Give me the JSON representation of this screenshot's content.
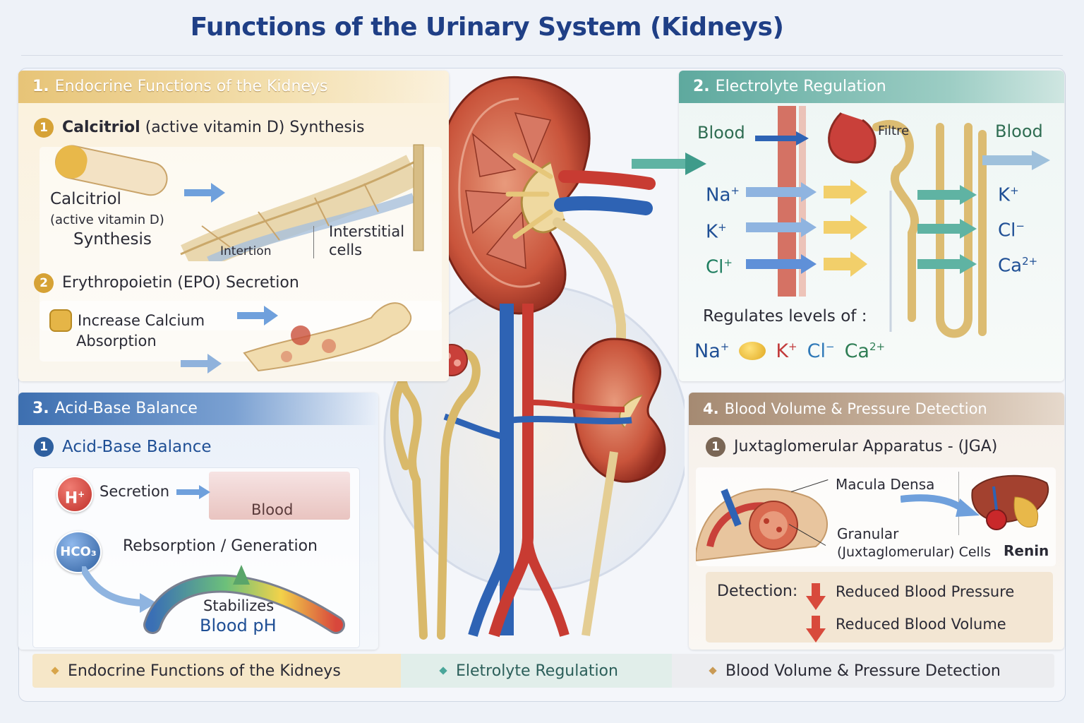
{
  "title": "Functions of the Urinary System (Kidneys)",
  "colors": {
    "endocrine": "#c79a3a",
    "electrolyte": "#4a9a8e",
    "acid_base": "#2e5f9f",
    "blood_volume": "#9b8068",
    "title": "#1f3f86"
  },
  "endocrine": {
    "header_num": "1.",
    "header": "Endocrine Functions of the Kidneys",
    "calcitriol": {
      "badge": "1",
      "title_bold": "Calcitriol",
      "title_rest": "(active vitamin D) Synthesis",
      "label_line1": "Calcitriol",
      "label_line2": "(active vitamin D)",
      "label_line3": "Synthesis",
      "intertion": "Intertion",
      "interstitial_line1": "Interstitial",
      "interstitial_line2": "cells"
    },
    "epo": {
      "badge": "2",
      "title": "Erythropoietin (EPO) Secretion",
      "line1": "Increase Calcium",
      "line2": "Absorption"
    }
  },
  "electrolyte": {
    "header_num": "2.",
    "header": "Electrolyte Regulation",
    "blood_left": "Blood",
    "filtre": "Filtre",
    "blood_right": "Blood",
    "left_ions": [
      {
        "base": "Na",
        "sup": "+"
      },
      {
        "base": "K",
        "sup": "+"
      },
      {
        "base": "Cl",
        "sup": "+"
      }
    ],
    "right_ions": [
      {
        "base": "K",
        "sup": "+"
      },
      {
        "base": "Cl",
        "sup": "−"
      },
      {
        "base": "Ca",
        "sup": "2+"
      }
    ],
    "regulates": "Regulates levels of :",
    "levels": [
      {
        "base": "Na",
        "sup": "+",
        "color": "#1f4f95"
      },
      {
        "base": "K",
        "sup": "+",
        "color": "#c23b3b"
      },
      {
        "base": "Cl",
        "sup": "−",
        "color": "#2f79b8"
      },
      {
        "base": "Ca",
        "sup": "2+",
        "color": "#2f7e55"
      }
    ]
  },
  "acid_base": {
    "header_num": "3.",
    "header": "Acid-Base Balance",
    "badge": "1",
    "sub_title": "Acid-Base Balance",
    "h_symbol": "H",
    "h_sup": "+",
    "secretion": "Secretion",
    "blood": "Blood",
    "hco3": "HCO₃",
    "reabsorption": "Rebsorption / Generation",
    "stabilizes": "Stabilizes",
    "blood_ph": "Blood pH"
  },
  "blood_volume": {
    "header_num": "4.",
    "header": "Blood Volume & Pressure Detection",
    "badge": "1",
    "sub_title": "Juxtaglomerular Apparatus - (JGA)",
    "macula": "Macula Densa",
    "granular_line1": "Granular",
    "granular_line2": "(Juxtaglomerular) Cells",
    "renin": "Renin",
    "detection": "Detection:",
    "reduced_pressure": "Reduced Blood Pressure",
    "reduced_volume": "Reduced Blood Volume"
  },
  "legend": [
    {
      "label": "Endocrine Functions of the Kidneys",
      "dot": "#d8a54a"
    },
    {
      "label": "Eletrolyte Regulation",
      "dot": "#4aa69a"
    },
    {
      "label": "Blood Volume & Pressure Detection",
      "dot": "#c99a55"
    }
  ]
}
